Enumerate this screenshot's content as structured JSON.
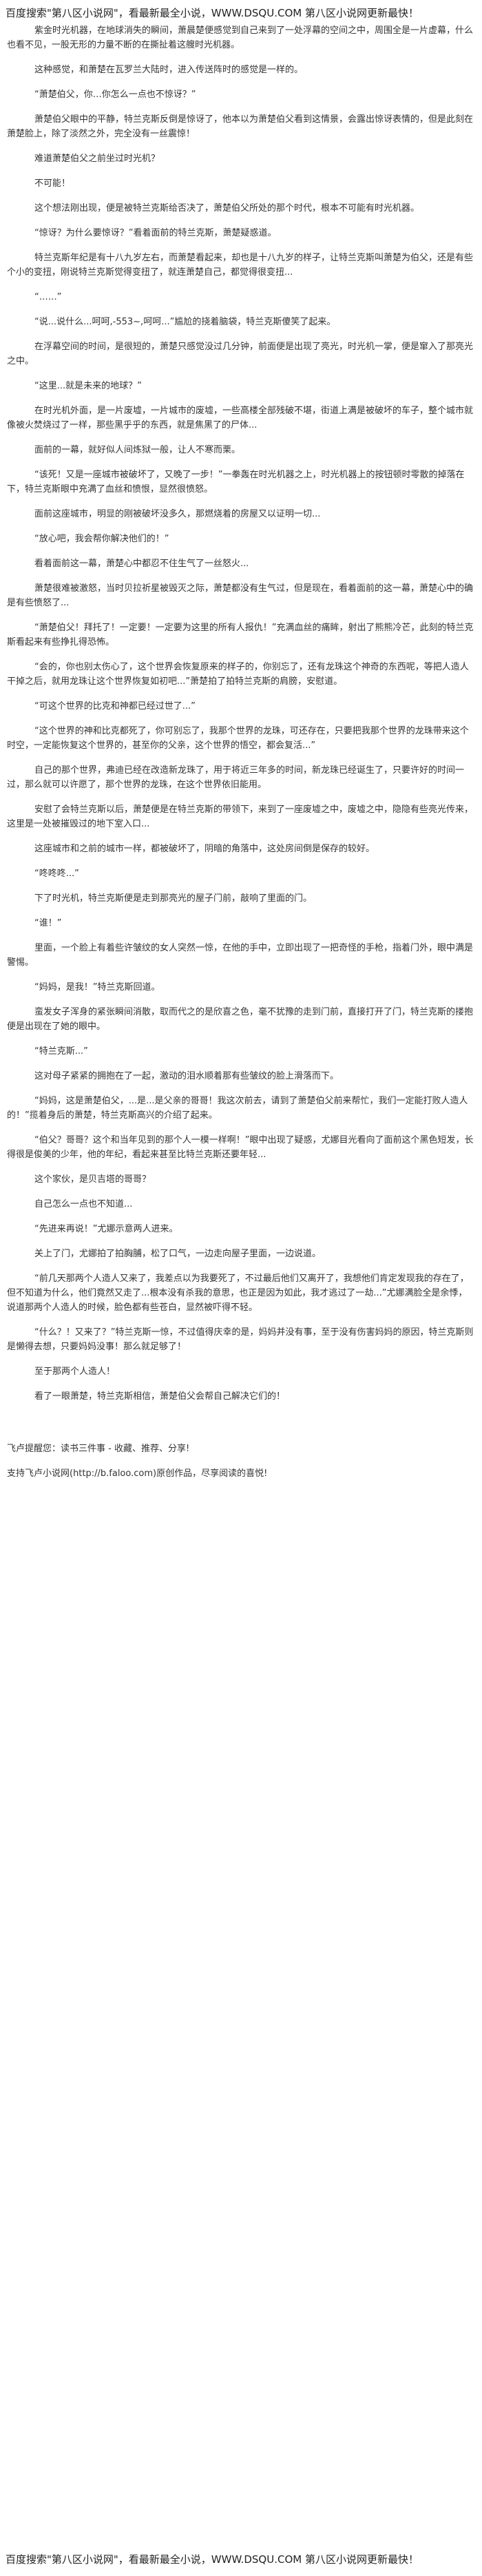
{
  "header": {
    "text": "百度搜索\"第八区小说网\"，看最新最全小说，WWW.DSQU.COM 第八区小说网更新最快！"
  },
  "paragraphs": [
    "紫金时光机器，在地球消失的瞬间，萧晨楚便感觉到自己来到了一处浮幕的空间之中，周围全是一片虚幕，什么也看不见，一股无形的力量不断的在撕扯着这艘时光机器。",
    "这种感觉，和萧楚在瓦罗兰大陆时，进入传送阵时的感觉是一样的。",
    "“萧楚伯父，你…你怎么一点也不惊讶？”",
    "萧楚伯父眼中的平静，特兰克斯反倒是惊讶了，他本以为萧楚伯父看到这情景，会露出惊讶表情的，但是此刻在萧楚脸上，除了淡然之外，完全没有一丝震惊！",
    "难道萧楚伯父之前坐过时光机？",
    "不可能！",
    "这个想法刚出现，便是被特兰克斯给否决了，萧楚伯父所处的那个时代，根本不可能有时光机器。",
    "“惊讶？为什么要惊讶？”看着面前的特兰克斯，萧楚疑惑道。",
    "特兰克斯年纪是有十八九岁左右，而萧楚看起来，却也是十八九岁的样子，让特兰克斯叫萧楚为伯父，还是有些个小的变扭，刚说特兰克斯觉得变扭了，就连萧楚自己，都觉得很变扭...",
    "“……”",
    "“说...说什么...呵呵,-553~,呵呵...”尴尬的挠着脑袋，特兰克斯傻笑了起来。",
    "在浮幕空间的时间，是很短的，萧楚只感觉没过几分钟，前面便是出现了亮光，时光机一掌，便是窜入了那亮光之中。",
    "“这里...就是未来的地球？”",
    "在时光机外面，是一片废墟，一片城市的废墟，一些高楼全部残破不堪，街道上满是被破坏的车子，整个城市就像被火焚烧过了一样，那些黑乎乎的东西，就是焦黑了的尸体...",
    "面前的一幕，就好似人间炼狱一般，让人不寒而栗。",
    "“该死！又是一座城市被破坏了，又晚了一步！”一拳轰在时光机器之上，时光机器上的按钮顿时零散的掉落在下，特兰克斯眼中充满了血丝和愤恨，显然很愤怒。",
    "面前这座城市，明显的刚被破坏没多久，那燃烧着的房屋又以证明一切...",
    "“放心吧，我会帮你解决他们的！”",
    "看着面前这一幕，萧楚心中都忍不住生气了一丝怒火...",
    "萧楚很难被激怒，当时贝拉祈星被毁灭之际，萧楚都没有生气过，但是现在，看着面前的这一幕，萧楚心中的确是有些愤怒了...",
    "“萧楚伯父！拜托了！一定要！一定要为这里的所有人报仇！”充满血丝的痛眸，射出了熊熊冷芒，此刻的特兰克斯看起来有些挣扎得恐怖。",
    "“会的，你也别太伤心了，这个世界会恢复原来的样子的，你别忘了，还有龙珠这个神奇的东西呢，等把人造人干掉之后，就用龙珠让这个世界恢复如初吧...”萧楚拍了拍特兰克斯的肩膀，安慰道。",
    "“可这个世界的比克和神都已经过世了...”",
    "“这个世界的神和比克都死了，你可别忘了，我那个世界的龙珠，可还存在，只要把我那个世界的龙珠带来这个时空，一定能恢复这个世界的，甚至你的父亲，这个世界的悟空，都会复活...”",
    "自己的那个世界，弗迪已经在改造新龙珠了，用于将近三年多的时间，新龙珠已经诞生了，只要许好的时间一过，那么就可以许愿了，那个世界的龙珠，在这个世界依旧能用。",
    "安慰了会特兰克斯以后，萧楚便是在特兰克斯的带领下，来到了一座废墟之中，废墟之中，隐隐有些亮光传来，这里是一处被摧毁过的地下室入口...",
    "这座城市和之前的城市一样，都被破坏了，阴暗的角落中，这处房间倒是保存的较好。",
    "“咚咚咚...”",
    "下了时光机，特兰克斯便是走到那亮光的屋子门前，敲响了里面的门。",
    "“谁！”",
    "里面，一个脸上有着些许皱纹的女人突然一惊，在他的手中，立即出现了一把奇怪的手枪，指着门外，眼中满是警惕。",
    "“妈妈，是我！”特兰克斯回道。",
    "蛮发女子浑身的紧张瞬间消散，取而代之的是欣喜之色，毫不犹豫的走到门前，直接打开了门，特兰克斯的搂抱便是出现在了她的眼中。",
    "“特兰克斯...”",
    "这对母子紧紧的拥抱在了一起，激动的泪水顺着那有些皱纹的脸上滑落而下。",
    "“妈妈，这是萧楚伯父，...是...是父亲的哥哥！我这次前去，请到了萧楚伯父前来帮忙，我们一定能打败人造人的！”揽着身后的萧楚，特兰克斯高兴的介绍了起来。",
    "“伯父？哥哥？这个和当年见到的那个人一模一样啊！”眼中出现了疑惑，尤娜目光看向了面前这个黑色短发，长得很是俊美的少年，他的年纪，看起来甚至比特兰克斯还要年轻...",
    "这个家伙，是贝吉塔的哥哥？",
    "自己怎么一点也不知道...",
    "“先进来再说！”尤娜示意两人进来。",
    "关上了门，尤娜拍了拍胸脯，松了口气，一边走向屋子里面，一边说道。",
    "“前几天那两个人造人又来了，我差点以为我要死了，不过最后他们又离开了，我想他们肯定发现我的存在了，但不知道为什么，他们竟然又走了...根本没有杀我的意思，也正是因为如此，我才逃过了一劫...”尤娜满脸全是余悸，说道那两个人造人的时候，脸色都有些苍白，显然被吓得不轻。",
    "“什么？！又来了？”特兰克斯一惊，不过值得庆幸的是，妈妈并没有事，至于没有伤害妈妈的原因，特兰克斯则是懒得去想，只要妈妈没事！那么就足够了！",
    "至于那两个人造人！",
    "看了一眼萧楚，特兰克斯相信，萧楚伯父会帮自己解决它们的！"
  ],
  "notices": [
    "飞卢提醒您：读书三件事 - 收藏、推荐、分享!",
    "支持飞卢小说网(http://b.faloo.com)原创作品，尽享阅读的喜悦!"
  ],
  "footer": {
    "text": "百度搜索\"第八区小说网\"，看最新最全小说，WWW.DSQU.COM 第八区小说网更新最快！"
  }
}
